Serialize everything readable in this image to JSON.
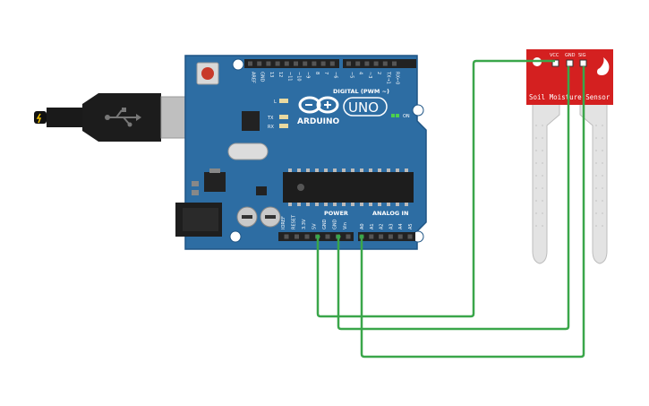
{
  "board": {
    "brand": "ARDUINO",
    "model": "UNO",
    "digital_header": "DIGITAL (PWM ~)",
    "power_header": "POWER",
    "analog_header": "ANALOG IN",
    "on_label": "ON",
    "l_label": "L",
    "tx_label": "TX",
    "rx_label": "RX",
    "digital_pins": [
      "AREF",
      "GND",
      "13",
      "12",
      "~11",
      "~10",
      "~9",
      "8",
      "7",
      "~6",
      "~5",
      "4",
      "~3",
      "2",
      "TX→1",
      "RX←0"
    ],
    "power_pins": [
      "IOREF",
      "RESET",
      "3.3V",
      "5V",
      "GND",
      "GND",
      "Vin"
    ],
    "analog_pins": [
      "A0",
      "A1",
      "A2",
      "A3",
      "A4",
      "A5"
    ]
  },
  "sensor": {
    "title": "Soil Moisture Sensor",
    "pin_labels": [
      "VCC",
      "GND",
      "SIG"
    ]
  },
  "colors": {
    "board": "#2d6da3",
    "board_dark": "#1f5585",
    "sensor_pcb": "#d42020",
    "wire": "#3aa64a",
    "probe": "#e3e3e3"
  },
  "wires": [
    {
      "from": "5V",
      "to": "VCC"
    },
    {
      "from": "GND",
      "to": "GND"
    },
    {
      "from": "A0",
      "to": "SIG"
    }
  ]
}
